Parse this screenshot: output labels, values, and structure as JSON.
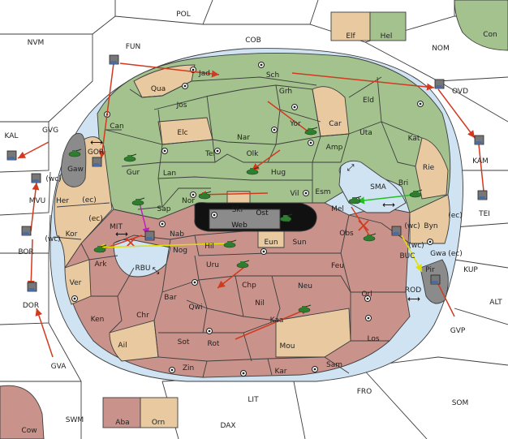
{
  "colors": {
    "sea": "#cfe3f3",
    "green": "#a3c28e",
    "brown": "#c9928a",
    "tan": "#e8c9a0",
    "dark": "#8b8b8b",
    "black": "#000000",
    "arrow_red": "#d23a1f",
    "arrow_yellow": "#f0f000",
    "arrow_green": "#22c022",
    "arrow_magenta": "#c020c0"
  },
  "legend_top": {
    "left": "Elf",
    "right": "Hel"
  },
  "legend_bottom": {
    "left": "Aba",
    "right": "Orn"
  },
  "labels": {
    "pol": "POL",
    "nvm": "NVM",
    "fun": "FUN",
    "cob": "COB",
    "nom": "NOM",
    "con": "Con",
    "ovd": "OVD",
    "kam": "KAM",
    "tei": "TEI",
    "kal": "KAL",
    "gvg": "GVG",
    "gor": "GOR",
    "mvu": "MVU",
    "bor": "BOR",
    "dor": "DOR",
    "gva": "GVA",
    "mit": "MIT",
    "rbu": "RBU",
    "sma": "SMA",
    "buc": "BUC",
    "rod": "ROD",
    "kup": "KUP",
    "alt": "ALT",
    "gvp": "GVP",
    "fro": "FRO",
    "som": "SOM",
    "lit": "LIT",
    "dax": "DAX",
    "swm": "SWM",
    "cow": "Cow",
    "jad": "Jad",
    "sch": "Sch",
    "qua": "Qua",
    "jos": "Jos",
    "grh": "Grh",
    "eld": "Eld",
    "can": "Can",
    "elc": "Elc",
    "nar": "Nar",
    "yor": "Yor",
    "car": "Car",
    "uta": "Uta",
    "kat": "Kat",
    "gaw": "Gaw",
    "tel": "Tel",
    "olk": "Olk",
    "amp": "Amp",
    "gur": "Gur",
    "lan": "Lan",
    "hug": "Hug",
    "rie": "Rie",
    "bri": "Bri",
    "nor": "Nor",
    "vil": "Vil",
    "esm": "Esm",
    "her": "Her",
    "sap": "Sap",
    "skr": "Skr",
    "ost": "Ost",
    "web": "Web",
    "mel": "Mel",
    "byn": "Byn",
    "kor": "Kor",
    "nab": "Nab",
    "eun": "Eun",
    "obs": "Obs",
    "hil": "Hil",
    "sun": "Sun",
    "gwa": "Gwa",
    "ark": "Ark",
    "nog": "Nog",
    "uru": "Uru",
    "feu": "Feu",
    "pir": "Pir",
    "ver": "Ver",
    "chp": "Chp",
    "neu": "Neu",
    "orl": "Orl",
    "bar": "Bar",
    "qwi": "Qwi",
    "nil": "Nil",
    "ken": "Ken",
    "chr": "Chr",
    "kaa": "Kaa",
    "ail": "Ail",
    "sot": "Sot",
    "rot": "Rot",
    "mou": "Mou",
    "los": "Los",
    "zin": "Zin",
    "kar": "Kar",
    "sam": "Sam"
  },
  "coast_tags": {
    "wc": "(wc)",
    "ec": "(ec)"
  }
}
